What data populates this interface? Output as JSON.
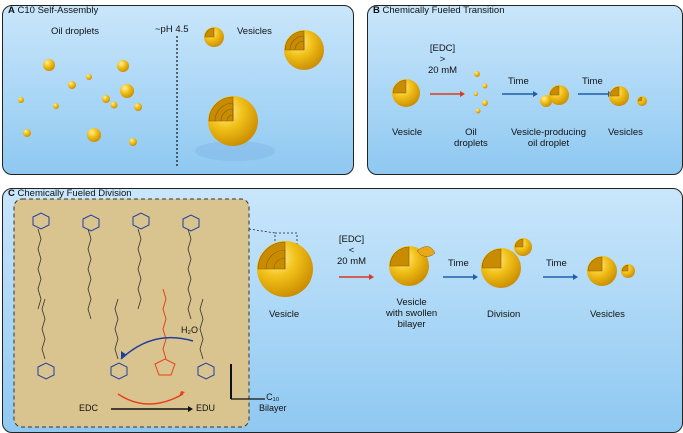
{
  "panel_a": {
    "letter": "A",
    "title": "C10 Self-Assembly",
    "oil_label": "Oil droplets",
    "ph_label": "~pH 4.5",
    "vesicle_label": "Vesicles"
  },
  "panel_b": {
    "letter": "B",
    "title": "Chemically Fueled Transition",
    "edc_line1": "[EDC]",
    "edc_line2": ">",
    "edc_line3": "20 mM",
    "time1": "Time",
    "time2": "Time",
    "vesicle": "Vesicle",
    "oil_line1": "Oil",
    "oil_line2": "droplets",
    "vpod_line1": "Vesicle-producing",
    "vpod_line2": "oil droplet",
    "vesicles": "Vesicles"
  },
  "panel_c": {
    "letter": "C",
    "title": "Chemically Fueled Division",
    "h2o": "H₂O",
    "edc": "EDC",
    "edu": "EDU",
    "c10_line1": "C₁₀",
    "c10_line2": "Bilayer",
    "edc_line1": "[EDC]",
    "edc_line2": "<",
    "edc_line3": "20 mM",
    "time1": "Time",
    "time2": "Time",
    "vesicle": "Vesicle",
    "swollen_line1": "Vesicle",
    "swollen_line2": "with swollen",
    "swollen_line3": "bilayer",
    "division": "Division",
    "vesicles": "Vesicles"
  },
  "colors": {
    "background_top": "#c9e6fb",
    "background_bottom": "#8fc8f1",
    "droplet": "#f2c21a",
    "inset_background": "#d9c48f",
    "lipid_blue": "#1f3f9e",
    "anhydride_red": "#e8401c",
    "time_arrow": "#1f5fa8",
    "edc_arrow": "#d83a1e"
  }
}
